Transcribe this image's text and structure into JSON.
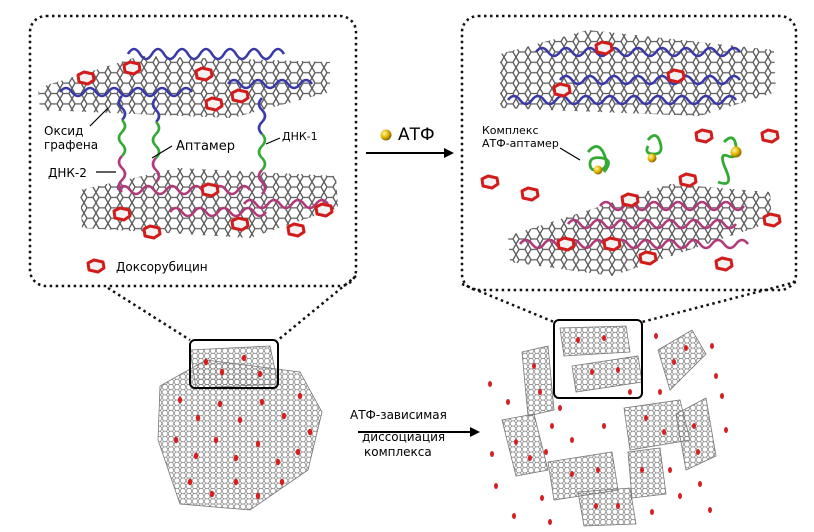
{
  "figure": {
    "labels": {
      "graphene_oxide": [
        "Оксид",
        "графена"
      ],
      "aptamer": "Аптамер",
      "dna1": "ДНК-1",
      "dna2": "ДНК-2",
      "doxorubicin_legend": "Доксорубицин",
      "atp": "АТФ",
      "complex": [
        "Комплекс",
        "АТФ-аптамер"
      ],
      "dissociation": [
        "АТФ-зависимая",
        "диссоциация",
        "комплекса"
      ]
    },
    "colors": {
      "graphene": "#555555",
      "dna_blue": "#3a3aa8",
      "aptamer_green": "#33aa33",
      "dna_pink": "#b03a7a",
      "doxorubicin_red": "#dd2020",
      "atp_yellow": "#e8b800"
    },
    "icons": [
      "atp-molecule-icon",
      "doxorubicin-icon"
    ]
  }
}
